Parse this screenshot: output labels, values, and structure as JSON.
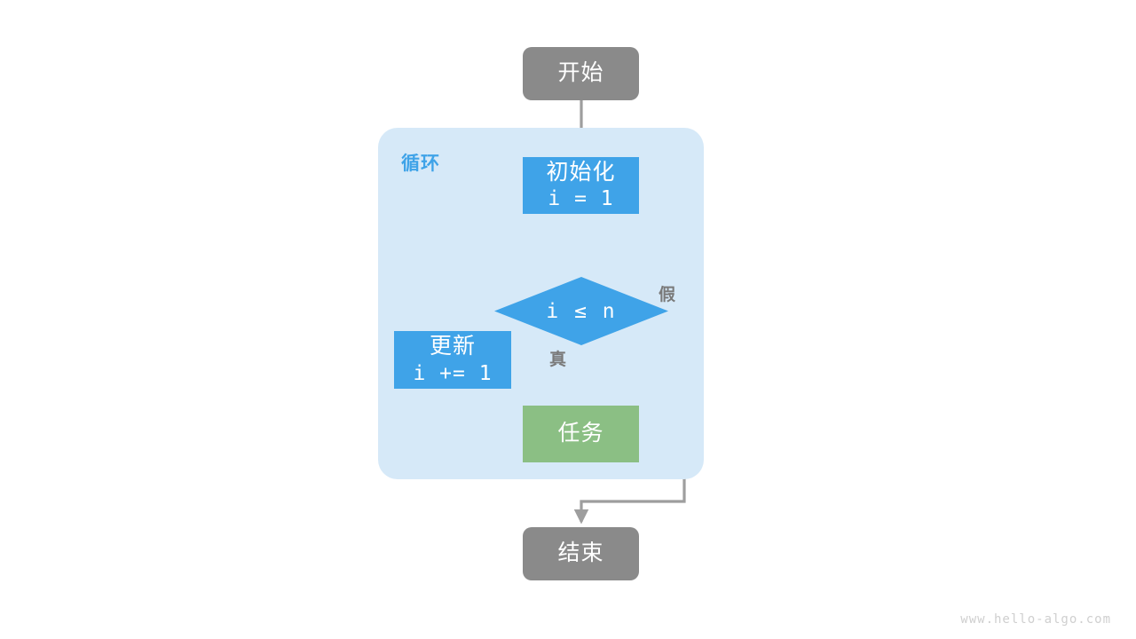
{
  "diagram": {
    "title_watermark": "www.hello-algo.com",
    "colors": {
      "terminal": "#8a8a8a",
      "process": "#3fa3e8",
      "task": "#8bbf84",
      "loop_background": "#d6e9f8",
      "edge": "#9e9e9e",
      "edge_label": "#7a7a7a",
      "loop_label": "#3fa3e8",
      "node_text": "#ffffff",
      "watermark": "#cfcfcf",
      "page_background": "#ffffff"
    },
    "loop_group": {
      "label": "循环"
    },
    "nodes": {
      "start": {
        "label": "开始",
        "shape": "rounded-rectangle"
      },
      "init": {
        "label": "初始化",
        "code": "i = 1",
        "shape": "rectangle"
      },
      "decision": {
        "label": "i ≤ n",
        "shape": "diamond"
      },
      "update": {
        "label": "更新",
        "code": "i += 1",
        "shape": "rectangle"
      },
      "task": {
        "label": "任务",
        "shape": "rectangle"
      },
      "end": {
        "label": "结束",
        "shape": "rounded-rectangle"
      }
    },
    "edge_labels": {
      "true_branch": "真",
      "false_branch": "假"
    }
  }
}
